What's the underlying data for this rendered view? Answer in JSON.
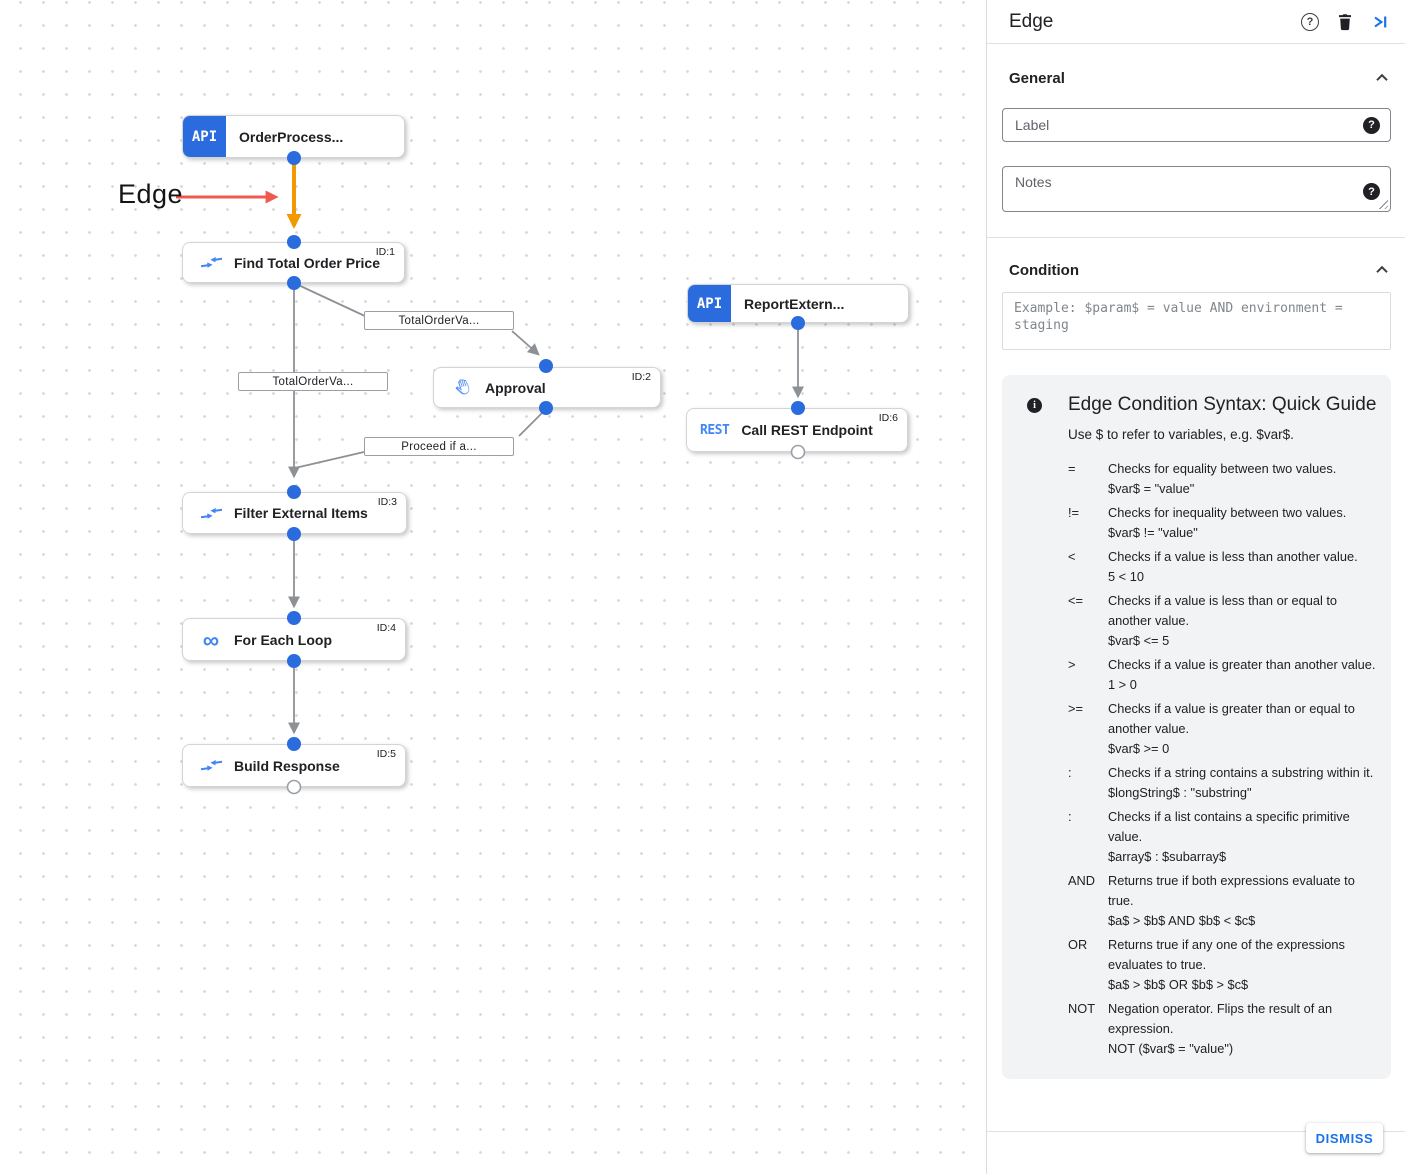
{
  "canvas": {
    "annotation": {
      "text": "Edge"
    },
    "nodes": [
      {
        "label": "OrderProcess...",
        "chip": "API"
      },
      {
        "label": "Find Total Order Price",
        "badge": "ID:1"
      },
      {
        "label": "ReportExtern...",
        "chip": "API"
      },
      {
        "label": "Approval",
        "badge": "ID:2"
      },
      {
        "label": "Call REST Endpoint",
        "badge": "ID:6",
        "chip": "REST"
      },
      {
        "label": "Filter External Items",
        "badge": "ID:3"
      },
      {
        "label": "For Each Loop",
        "badge": "ID:4"
      },
      {
        "label": "Build Response",
        "badge": "ID:5"
      }
    ],
    "edge_labels": [
      "TotalOrderVa...",
      "TotalOrderVa...",
      "Proceed if a..."
    ]
  },
  "panel": {
    "title": "Edge",
    "general": {
      "heading": "General",
      "label_placeholder": "Label",
      "notes_placeholder": "Notes"
    },
    "condition": {
      "heading": "Condition",
      "placeholder": "Example: $param$ = value AND environment = staging"
    },
    "guide": {
      "title": "Edge Condition Syntax: Quick Guide",
      "subtitle": "Use $ to refer to variables, e.g. $var$.",
      "rows": [
        {
          "op": "=",
          "desc": "Checks for equality between two values.",
          "example": "$var$ = \"value\""
        },
        {
          "op": "!=",
          "desc": "Checks for inequality between two values.",
          "example": "$var$ != \"value\""
        },
        {
          "op": "<",
          "desc": "Checks if a value is less than another value.",
          "example": "5 < 10"
        },
        {
          "op": "<=",
          "desc": "Checks if a value is less than or equal to another value.",
          "example": "$var$ <= 5"
        },
        {
          "op": ">",
          "desc": "Checks if a value is greater than another value.",
          "example": "1 > 0"
        },
        {
          "op": ">=",
          "desc": "Checks if a value is greater than or equal to another value.",
          "example": "$var$ >= 0"
        },
        {
          "op": ":",
          "desc": "Checks if a string contains a substring within it.",
          "example": "$longString$ : \"substring\""
        },
        {
          "op": ":",
          "desc": "Checks if a list contains a specific primitive value.",
          "example": "$array$ : $subarray$"
        },
        {
          "op": "AND",
          "desc": "Returns true if both expressions evaluate to true.",
          "example": "$a$ > $b$ AND $b$ < $c$"
        },
        {
          "op": "OR",
          "desc": "Returns true if any one of the expressions evaluates to true.",
          "example": "$a$ > $b$ OR $b$ > $c$"
        },
        {
          "op": "NOT",
          "desc": "Negation operator. Flips the result of an expression.",
          "example": "NOT ($var$ = \"value\")"
        }
      ]
    },
    "dismiss_label": "DISMISS",
    "icons": {
      "help": "?",
      "info": "i"
    }
  },
  "colors": {
    "accent_blue": "#1a73e8",
    "node_blue": "#2a6bdd",
    "icon_blue": "#4285f4",
    "edge_orange": "#f29900",
    "annotation_red": "#f0594e",
    "edge_gray": "#8d9196"
  }
}
